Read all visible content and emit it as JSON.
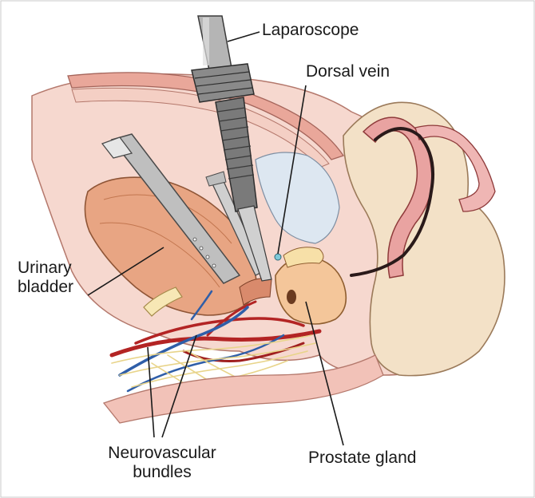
{
  "labels": {
    "laparoscope": "Laparoscope",
    "dorsal_vein": "Dorsal vein",
    "urinary_bladder": [
      "Urinary",
      "bladder"
    ],
    "neurovascular_bundles": [
      "Neurovascular",
      "bundles"
    ],
    "prostate_gland": "Prostate gland"
  },
  "colors": {
    "tissue_pink": "#f2c2b8",
    "tissue_dark": "#e09a8e",
    "bladder": "#e8a583",
    "prostate": "#f4c69a",
    "instrument_gray": "#9a9a9a",
    "instrument_dark": "#4a4a4a",
    "artery_red": "#b32424",
    "vein_blue": "#2f5ea8",
    "nerve_yellow": "#f2e2a0",
    "bone_cream": "#f3e1c7",
    "fat_yellow": "#f7e7b5"
  }
}
